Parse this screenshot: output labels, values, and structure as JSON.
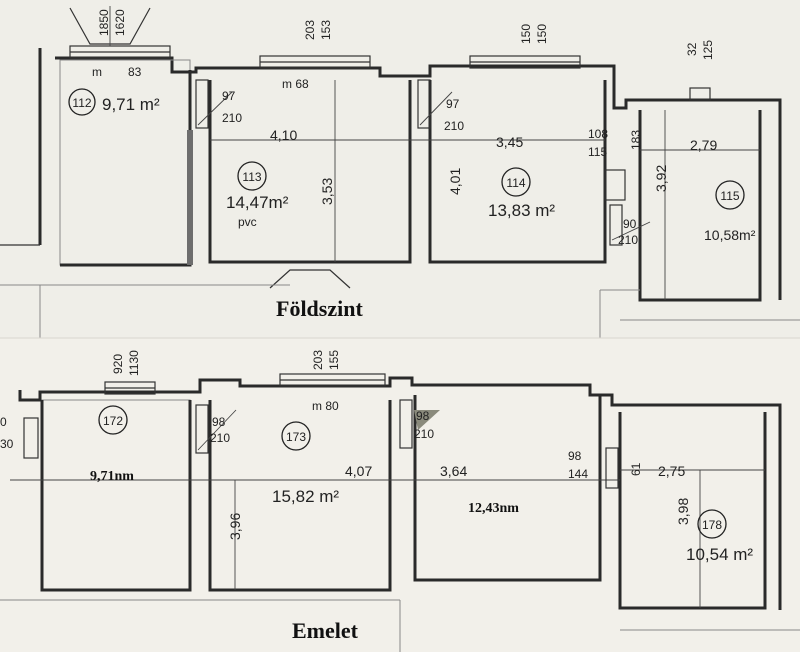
{
  "labels": {
    "ground_floor": "Földszint",
    "upper_floor": "Emelet"
  },
  "ground": {
    "window1": {
      "a": "1850",
      "b": "1620"
    },
    "window2": {
      "a": "203",
      "b": "153"
    },
    "window3": {
      "a": "150",
      "b": "150"
    },
    "window4": {
      "a": "32",
      "b": "125"
    },
    "m1": "m",
    "m1v": "83",
    "m2": "m 68",
    "rooms": [
      {
        "num": "112",
        "area": "9,71 m²"
      },
      {
        "num": "113",
        "area": "14,47m²",
        "note": "pvc"
      },
      {
        "num": "114",
        "area": "13,83 m²"
      },
      {
        "num": "115",
        "area": "10,58m²"
      }
    ],
    "doors": [
      {
        "w": "97",
        "h": "210"
      },
      {
        "w": "97",
        "h": "210"
      },
      {
        "w": "108",
        "h": "115"
      },
      {
        "w": "90",
        "h": "210"
      }
    ],
    "extra": "183",
    "dims": {
      "w113": "4,10",
      "w114": "3,45",
      "w115": "2,79",
      "h113": "3,53",
      "h114": "4,01",
      "h115": "3,92"
    }
  },
  "upper": {
    "window1": {
      "a": "920",
      "b": "1130"
    },
    "window2": {
      "a": "203",
      "b": "155"
    },
    "m1": "m 80",
    "edge": {
      "a": "0",
      "b": "30"
    },
    "rooms": [
      {
        "num": "172",
        "area": "9,71nm"
      },
      {
        "num": "173",
        "area": "15,82 m²"
      },
      {
        "num": "",
        "area": "12,43nm"
      },
      {
        "num": "178",
        "area": "10,54 m²"
      }
    ],
    "doors": [
      {
        "w": "98",
        "h": "210"
      },
      {
        "w": "98",
        "h": "210"
      },
      {
        "w": "98",
        "h": "144"
      }
    ],
    "extra": "61",
    "dims": {
      "w173": "4,07",
      "w174": "3,64",
      "w178": "2,75",
      "h173": "3,96",
      "h178": "3,98"
    }
  }
}
